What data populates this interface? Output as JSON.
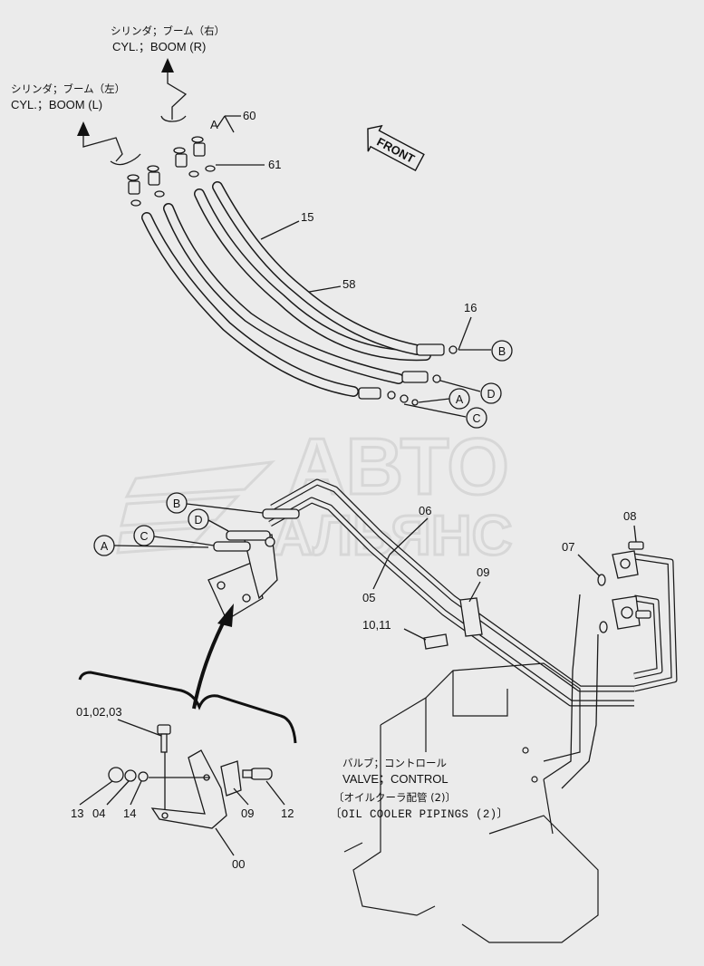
{
  "watermark": {
    "line1": "АВТО",
    "line2": "АЛЬЯНС"
  },
  "titles": {
    "boom_right_jp": "シリンダ；ブーム（右）",
    "boom_right_en": "CYL.；BOOM (R)",
    "boom_left_jp": "シリンダ；ブーム（左）",
    "boom_left_en": "CYL.；BOOM (L)",
    "front": "FRONT",
    "valve_jp": "バルブ；コントロール",
    "valve_en": "VALVE；CONTROL",
    "cooler_jp": "〔オイルクーラ配管 (2)〕",
    "cooler_en": "〔OIL COOLER PIPINGS (2)〕"
  },
  "callouts": {
    "c60": "60",
    "c61": "61",
    "cA_top": "A",
    "c15": "15",
    "c58": "58",
    "c16": "16",
    "c06": "06",
    "c05": "05",
    "c09": "09",
    "c1011": "10,11",
    "c07": "07",
    "c08": "08",
    "c010203": "01,02,03",
    "c13": "13",
    "c04": "04",
    "c14": "14",
    "c09b": "09",
    "c12": "12",
    "c00": "00"
  },
  "circled": {
    "B_right": "B",
    "D_right": "D",
    "A_right": "A",
    "C_right": "C",
    "B_left": "B",
    "D_left": "D",
    "C_left": "C",
    "A_left": "A"
  }
}
